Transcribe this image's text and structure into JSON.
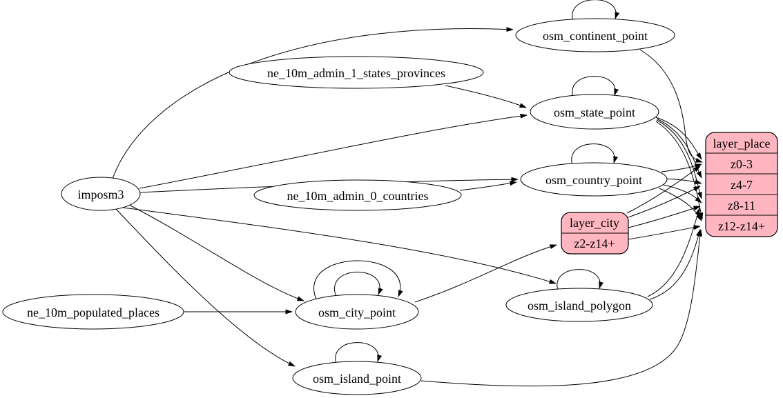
{
  "diagram": {
    "type": "etl-graph",
    "background_color": "#ffffff",
    "edge_color": "#000000",
    "table_node_fill": "#ffffff",
    "layer_node_fill": "#ffb6c1",
    "nodes": {
      "imposm3": {
        "label": "imposm3",
        "shape": "ellipse"
      },
      "ne_10m_admin_1_states_provinces": {
        "label": "ne_10m_admin_1_states_provinces",
        "shape": "ellipse"
      },
      "ne_10m_admin_0_countries": {
        "label": "ne_10m_admin_0_countries",
        "shape": "ellipse"
      },
      "ne_10m_populated_places": {
        "label": "ne_10m_populated_places",
        "shape": "ellipse"
      },
      "osm_continent_point": {
        "label": "osm_continent_point",
        "shape": "ellipse"
      },
      "osm_state_point": {
        "label": "osm_state_point",
        "shape": "ellipse"
      },
      "osm_country_point": {
        "label": "osm_country_point",
        "shape": "ellipse"
      },
      "osm_city_point": {
        "label": "osm_city_point",
        "shape": "ellipse"
      },
      "osm_island_polygon": {
        "label": "osm_island_polygon",
        "shape": "ellipse"
      },
      "osm_island_point": {
        "label": "osm_island_point",
        "shape": "ellipse"
      }
    },
    "records": {
      "layer_city": {
        "title": "layer_city",
        "rows": [
          "z2-z14+"
        ]
      },
      "layer_place": {
        "title": "layer_place",
        "rows": [
          "z0-3",
          "z4-7",
          "z8-11",
          "z12-z14+"
        ]
      }
    },
    "edges": [
      {
        "from": "imposm3",
        "to": "osm_continent_point"
      },
      {
        "from": "imposm3",
        "to": "osm_state_point"
      },
      {
        "from": "imposm3",
        "to": "osm_country_point"
      },
      {
        "from": "imposm3",
        "to": "osm_city_point"
      },
      {
        "from": "imposm3",
        "to": "osm_island_polygon"
      },
      {
        "from": "imposm3",
        "to": "osm_island_point"
      },
      {
        "from": "ne_10m_admin_1_states_provinces",
        "to": "osm_state_point"
      },
      {
        "from": "ne_10m_admin_0_countries",
        "to": "osm_country_point"
      },
      {
        "from": "ne_10m_populated_places",
        "to": "osm_city_point"
      },
      {
        "from": "osm_continent_point",
        "to": "osm_continent_point"
      },
      {
        "from": "osm_state_point",
        "to": "osm_state_point"
      },
      {
        "from": "osm_country_point",
        "to": "osm_country_point"
      },
      {
        "from": "osm_city_point",
        "to": "osm_city_point"
      },
      {
        "from": "osm_city_point",
        "to": "osm_city_point"
      },
      {
        "from": "osm_island_polygon",
        "to": "osm_island_polygon"
      },
      {
        "from": "osm_island_point",
        "to": "osm_island_point"
      },
      {
        "from": "osm_continent_point",
        "to": "layer_place:z0-3"
      },
      {
        "from": "osm_state_point",
        "to": "layer_place:z0-3"
      },
      {
        "from": "osm_state_point",
        "to": "layer_place:z4-7"
      },
      {
        "from": "osm_state_point",
        "to": "layer_place:z8-11"
      },
      {
        "from": "osm_state_point",
        "to": "layer_place:z12-z14+"
      },
      {
        "from": "osm_country_point",
        "to": "layer_place:z0-3"
      },
      {
        "from": "osm_country_point",
        "to": "layer_place:z4-7"
      },
      {
        "from": "osm_country_point",
        "to": "layer_place:z8-11"
      },
      {
        "from": "osm_country_point",
        "to": "layer_place:z12-z14+"
      },
      {
        "from": "osm_city_point",
        "to": "layer_city:z2-z14+"
      },
      {
        "from": "layer_city:z2-z14+",
        "to": "layer_place:z0-3"
      },
      {
        "from": "layer_city:z2-z14+",
        "to": "layer_place:z4-7"
      },
      {
        "from": "layer_city:z2-z14+",
        "to": "layer_place:z8-11"
      },
      {
        "from": "layer_city:z2-z14+",
        "to": "layer_place:z12-z14+"
      },
      {
        "from": "osm_island_polygon",
        "to": "layer_place:z8-11"
      },
      {
        "from": "osm_island_polygon",
        "to": "layer_place:z12-z14+"
      },
      {
        "from": "osm_island_point",
        "to": "layer_place:z12-z14+"
      }
    ]
  }
}
